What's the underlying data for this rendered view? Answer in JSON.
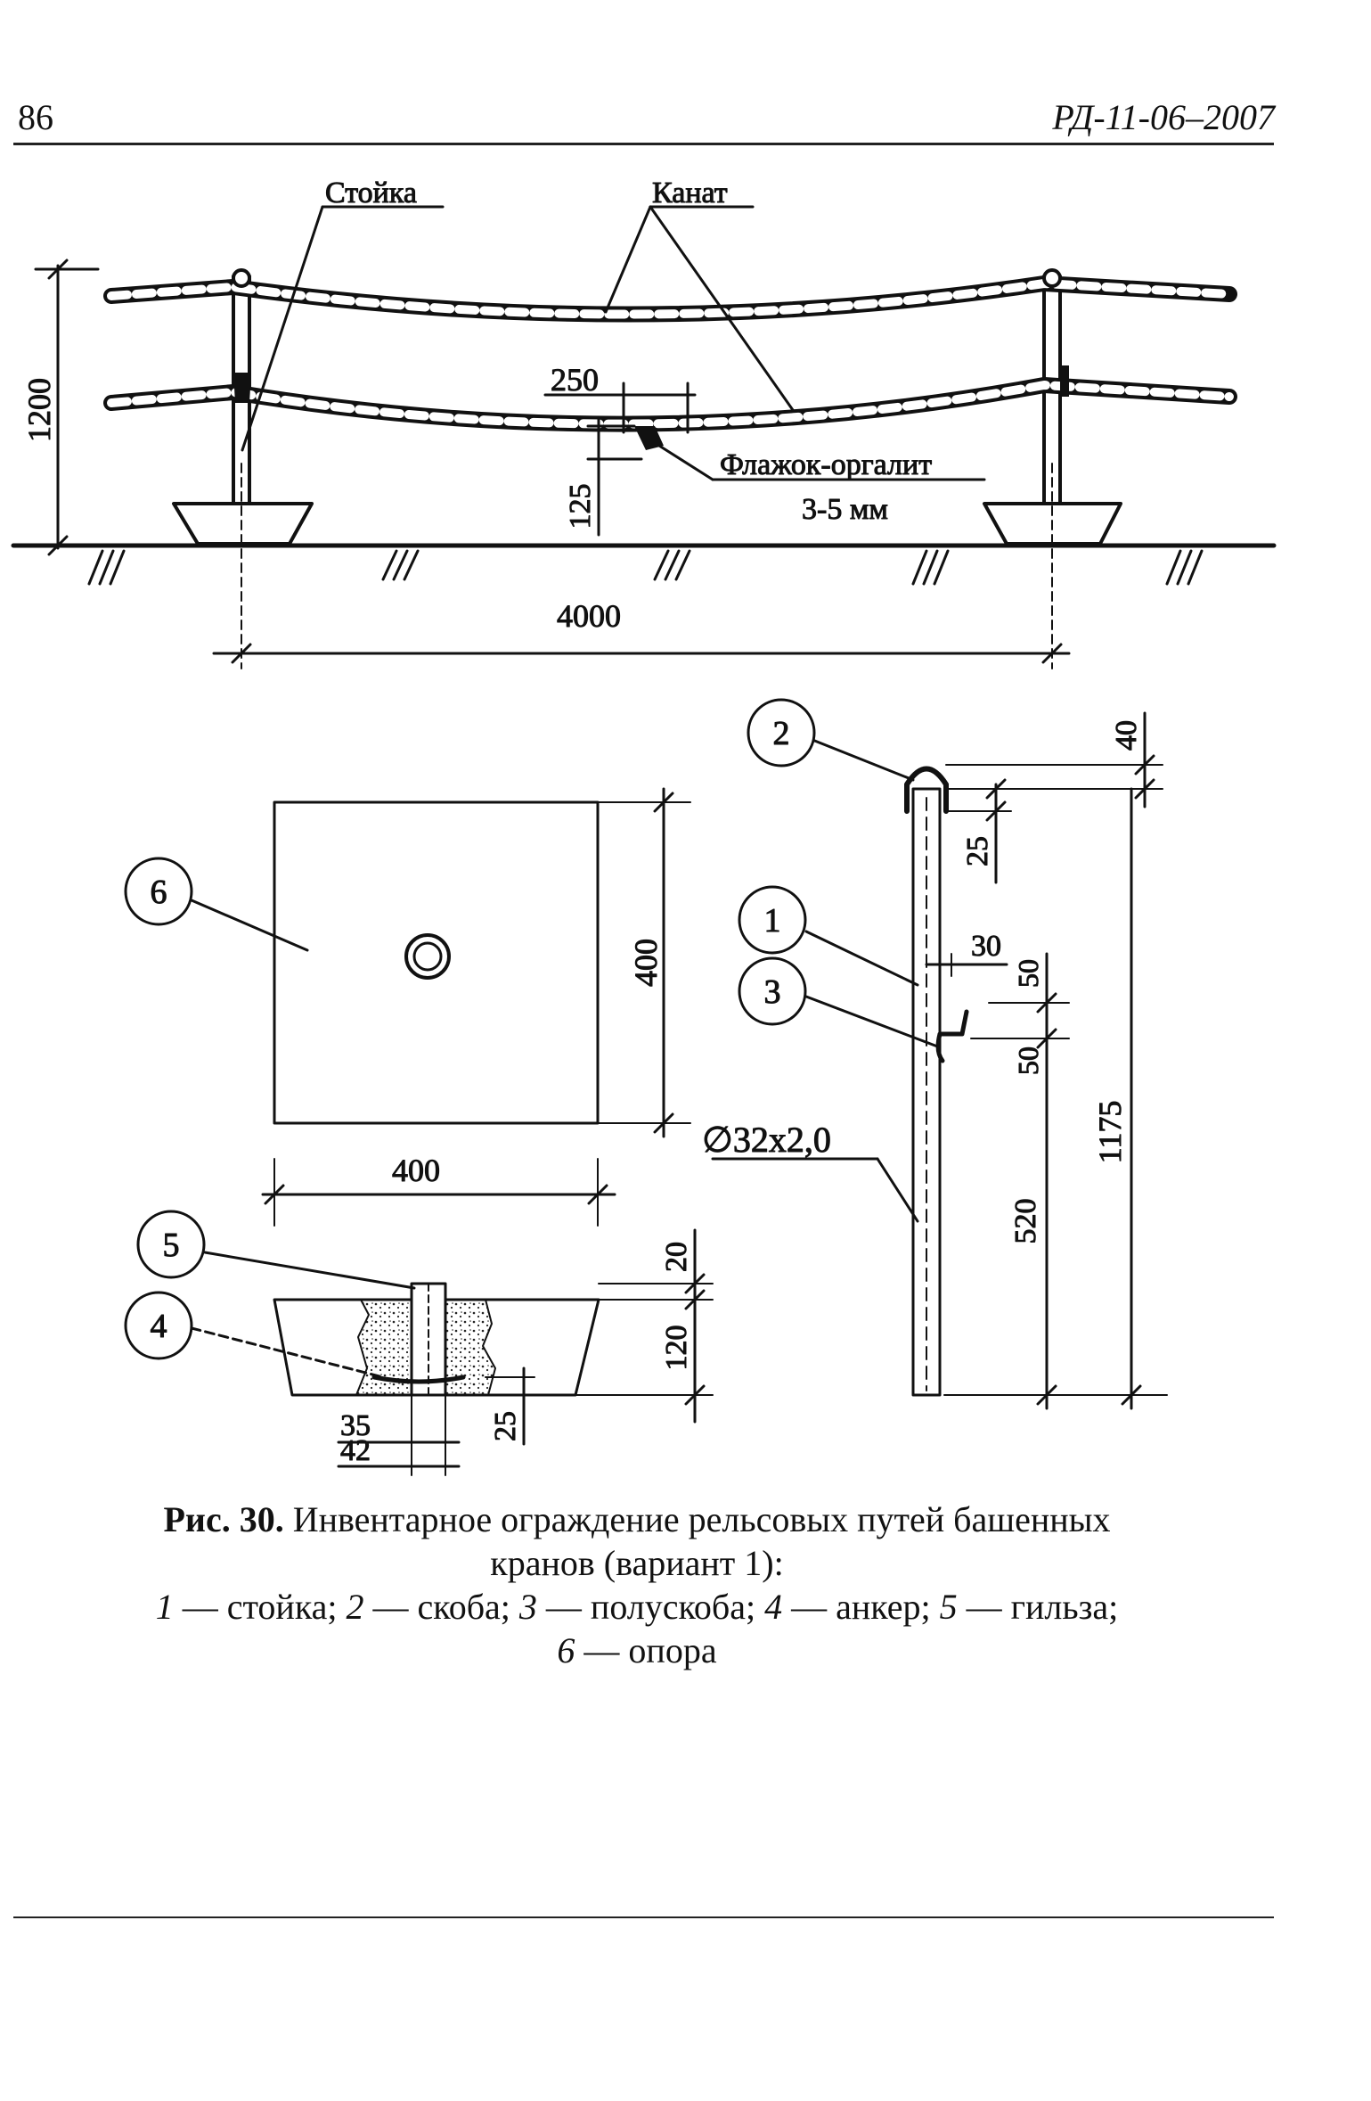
{
  "header": {
    "page_number": "86",
    "doc_code": "РД-11-06–2007"
  },
  "top_view": {
    "label_post": "Стойка",
    "label_rope": "Канат",
    "dim_height": "1200",
    "dim_flag_width": "250",
    "dim_flag_drop": "125",
    "label_flag": "Флажок-оргалит",
    "label_flag_thickness": "3-5 мм",
    "dim_span": "4000"
  },
  "base_plan": {
    "callout_6": "6",
    "dim_side": "400",
    "dim_bottom": "400"
  },
  "base_section": {
    "callout_5": "5",
    "callout_4": "4",
    "dim_top": "20",
    "dim_depth": "120",
    "dim_35": "35",
    "dim_42": "42",
    "dim_25": "25"
  },
  "post_detail": {
    "callout_2": "2",
    "callout_1": "1",
    "callout_3": "3",
    "dim_40": "40",
    "dim_25": "25",
    "dim_30": "30",
    "dim_50a": "50",
    "dim_50b": "50",
    "dim_1175": "1175",
    "dim_520": "520",
    "label_pipe": "∅32х2,0"
  },
  "caption": {
    "fig_no": "Рис. 30.",
    "title_1": " Инвентарное ограждение рельсовых путей башенных",
    "title_2": "кранов (вариант 1):",
    "n1": "1",
    "t1": " — стойка; ",
    "n2": "2",
    "t2": " — скоба; ",
    "n3": "3",
    "t3": " — полускоба; ",
    "n4": "4",
    "t4": " — анкер; ",
    "n5": "5",
    "t5": " — гильза;",
    "n6": "6",
    "t6": " — опора"
  }
}
